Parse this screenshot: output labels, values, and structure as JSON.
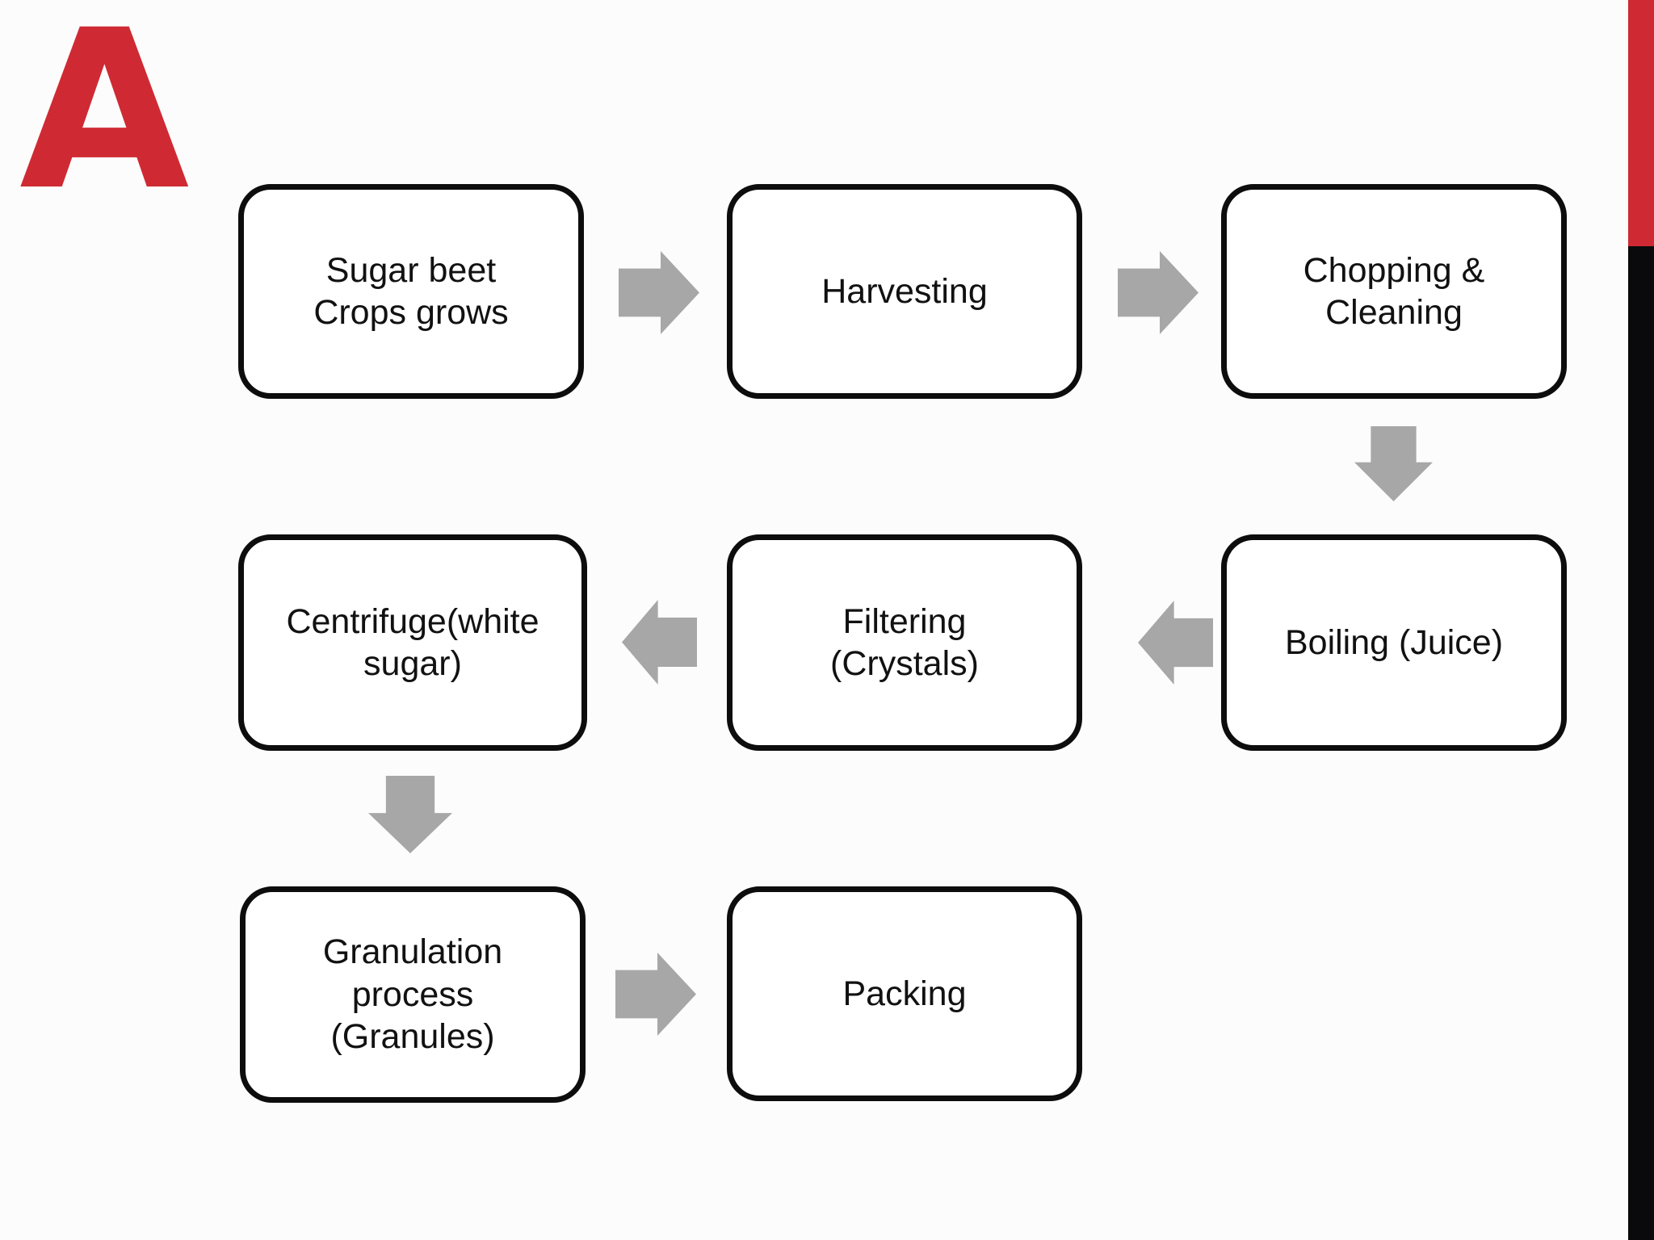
{
  "slide": {
    "marker_letter": "A"
  },
  "colors": {
    "accent-red": "#cf2a33",
    "stripe-black": "#0a0a0c",
    "arrow-gray": "#a7a7a7",
    "box-border": "#0d0d0d",
    "box-fill": "#ffffff",
    "text-color": "#111111",
    "background": "#fcfcfc"
  },
  "diagram": {
    "nodes": [
      {
        "id": "sugar-beet-crops",
        "label": "Sugar beet\nCrops grows"
      },
      {
        "id": "harvesting",
        "label": "Harvesting"
      },
      {
        "id": "chopping-cleaning",
        "label": "Chopping &\nCleaning"
      },
      {
        "id": "boiling-juice",
        "label": "Boiling (Juice)"
      },
      {
        "id": "filtering-crystals",
        "label": "Filtering\n(Crystals)"
      },
      {
        "id": "centrifuge-white-sugar",
        "label": "Centrifuge(white\nsugar)"
      },
      {
        "id": "granulation-process",
        "label": "Granulation\nprocess\n(Granules)"
      },
      {
        "id": "packing",
        "label": "Packing"
      }
    ],
    "connectors": [
      {
        "from": "sugar-beet-crops",
        "to": "harvesting",
        "direction": "right"
      },
      {
        "from": "harvesting",
        "to": "chopping-cleaning",
        "direction": "right"
      },
      {
        "from": "chopping-cleaning",
        "to": "boiling-juice",
        "direction": "down"
      },
      {
        "from": "boiling-juice",
        "to": "filtering-crystals",
        "direction": "left"
      },
      {
        "from": "filtering-crystals",
        "to": "centrifuge-white-sugar",
        "direction": "left"
      },
      {
        "from": "centrifuge-white-sugar",
        "to": "granulation-process",
        "direction": "down"
      },
      {
        "from": "granulation-process",
        "to": "packing",
        "direction": "right"
      }
    ]
  }
}
